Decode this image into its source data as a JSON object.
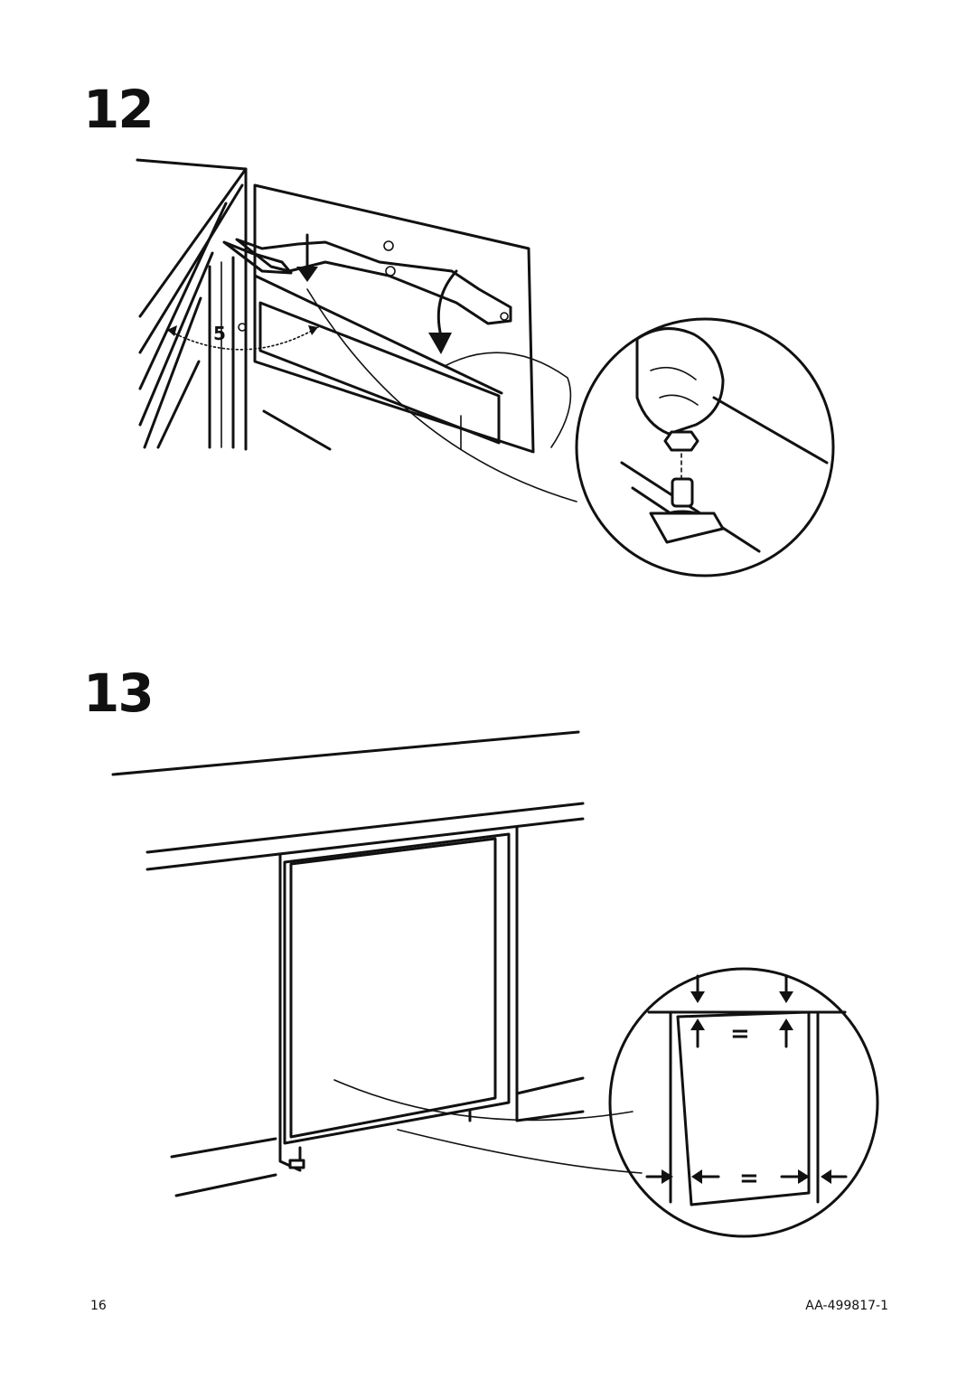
{
  "steps": [
    {
      "number": "12"
    },
    {
      "number": "13"
    }
  ],
  "detail_13": {
    "equal_top": "=",
    "equal_bottom": "="
  },
  "footer": {
    "page_number": "16",
    "document_code": "AA-499817-1"
  }
}
